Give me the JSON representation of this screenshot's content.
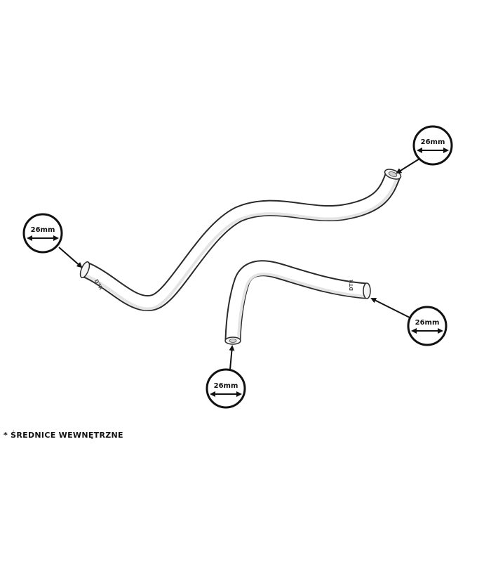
{
  "callouts": [
    {
      "label": "26mm"
    },
    {
      "label": "26mm"
    },
    {
      "label": "26mm"
    },
    {
      "label": "26mm"
    }
  ],
  "hoses": [
    {
      "logo": "DTR"
    },
    {
      "logo": "DTR"
    }
  ],
  "footnote": "* ŚREDNICE WEWNĘTRZNE",
  "colors": {
    "line": "#111111",
    "hose_fill": "#ffffff"
  }
}
